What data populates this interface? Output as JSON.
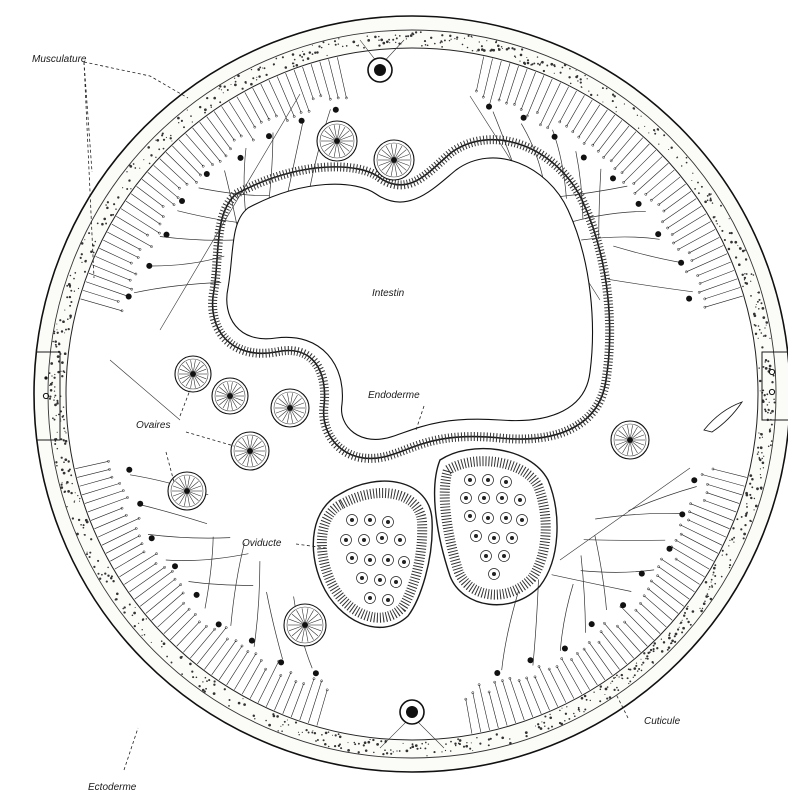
{
  "figure": {
    "labels": {
      "musculature": "Musculature",
      "intestin": "Intestin",
      "endoderme": "Endoderme",
      "ovaires": "Ovaires",
      "oviducte": "Oviducte",
      "cuticule": "Cuticule",
      "ectoderme": "Ectoderme"
    }
  }
}
